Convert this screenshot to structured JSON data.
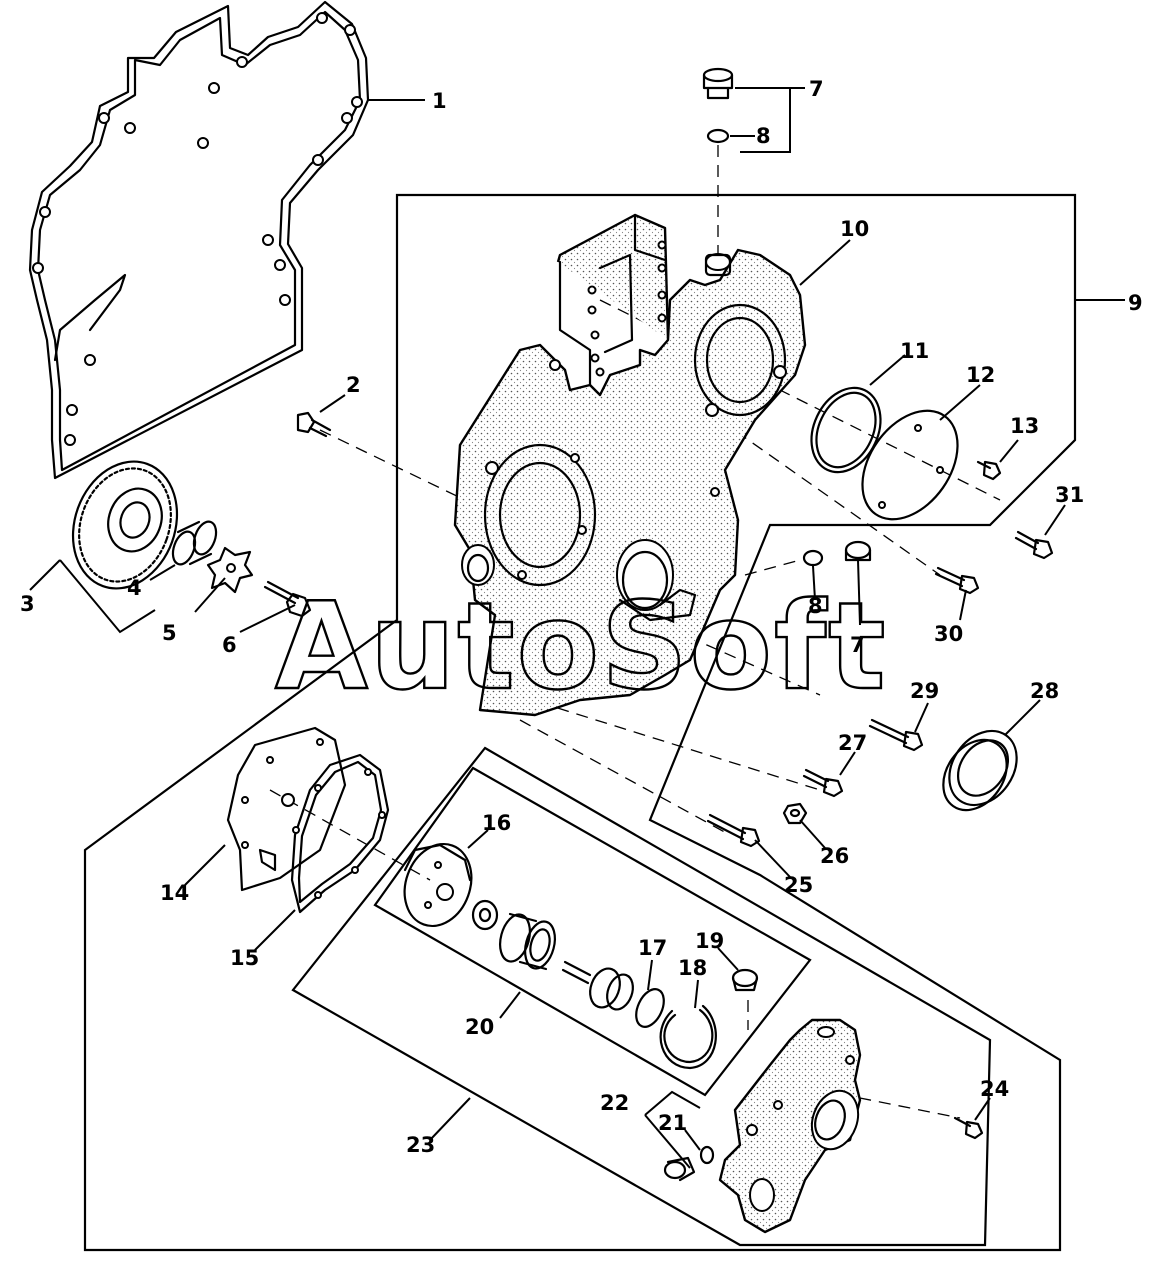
{
  "watermark": "AutoSoft",
  "callouts": [
    {
      "id": "callout-1",
      "text": "1"
    },
    {
      "id": "callout-2",
      "text": "2"
    },
    {
      "id": "callout-3",
      "text": "3"
    },
    {
      "id": "callout-4",
      "text": "4"
    },
    {
      "id": "callout-5",
      "text": "5"
    },
    {
      "id": "callout-6",
      "text": "6"
    },
    {
      "id": "callout-7-top",
      "text": "7"
    },
    {
      "id": "callout-8-top",
      "text": "8"
    },
    {
      "id": "callout-9",
      "text": "9"
    },
    {
      "id": "callout-10",
      "text": "10"
    },
    {
      "id": "callout-11",
      "text": "11"
    },
    {
      "id": "callout-12",
      "text": "12"
    },
    {
      "id": "callout-13",
      "text": "13"
    },
    {
      "id": "callout-14",
      "text": "14"
    },
    {
      "id": "callout-15",
      "text": "15"
    },
    {
      "id": "callout-16",
      "text": "16"
    },
    {
      "id": "callout-17",
      "text": "17"
    },
    {
      "id": "callout-18",
      "text": "18"
    },
    {
      "id": "callout-19",
      "text": "19"
    },
    {
      "id": "callout-20",
      "text": "20"
    },
    {
      "id": "callout-21",
      "text": "21"
    },
    {
      "id": "callout-22",
      "text": "22"
    },
    {
      "id": "callout-23",
      "text": "23"
    },
    {
      "id": "callout-24",
      "text": "24"
    },
    {
      "id": "callout-25",
      "text": "25"
    },
    {
      "id": "callout-26",
      "text": "26"
    },
    {
      "id": "callout-27",
      "text": "27"
    },
    {
      "id": "callout-28",
      "text": "28"
    },
    {
      "id": "callout-29",
      "text": "29"
    },
    {
      "id": "callout-30",
      "text": "30"
    },
    {
      "id": "callout-31",
      "text": "31"
    },
    {
      "id": "callout-8-mid",
      "text": "8"
    },
    {
      "id": "callout-7-mid",
      "text": "7"
    }
  ]
}
